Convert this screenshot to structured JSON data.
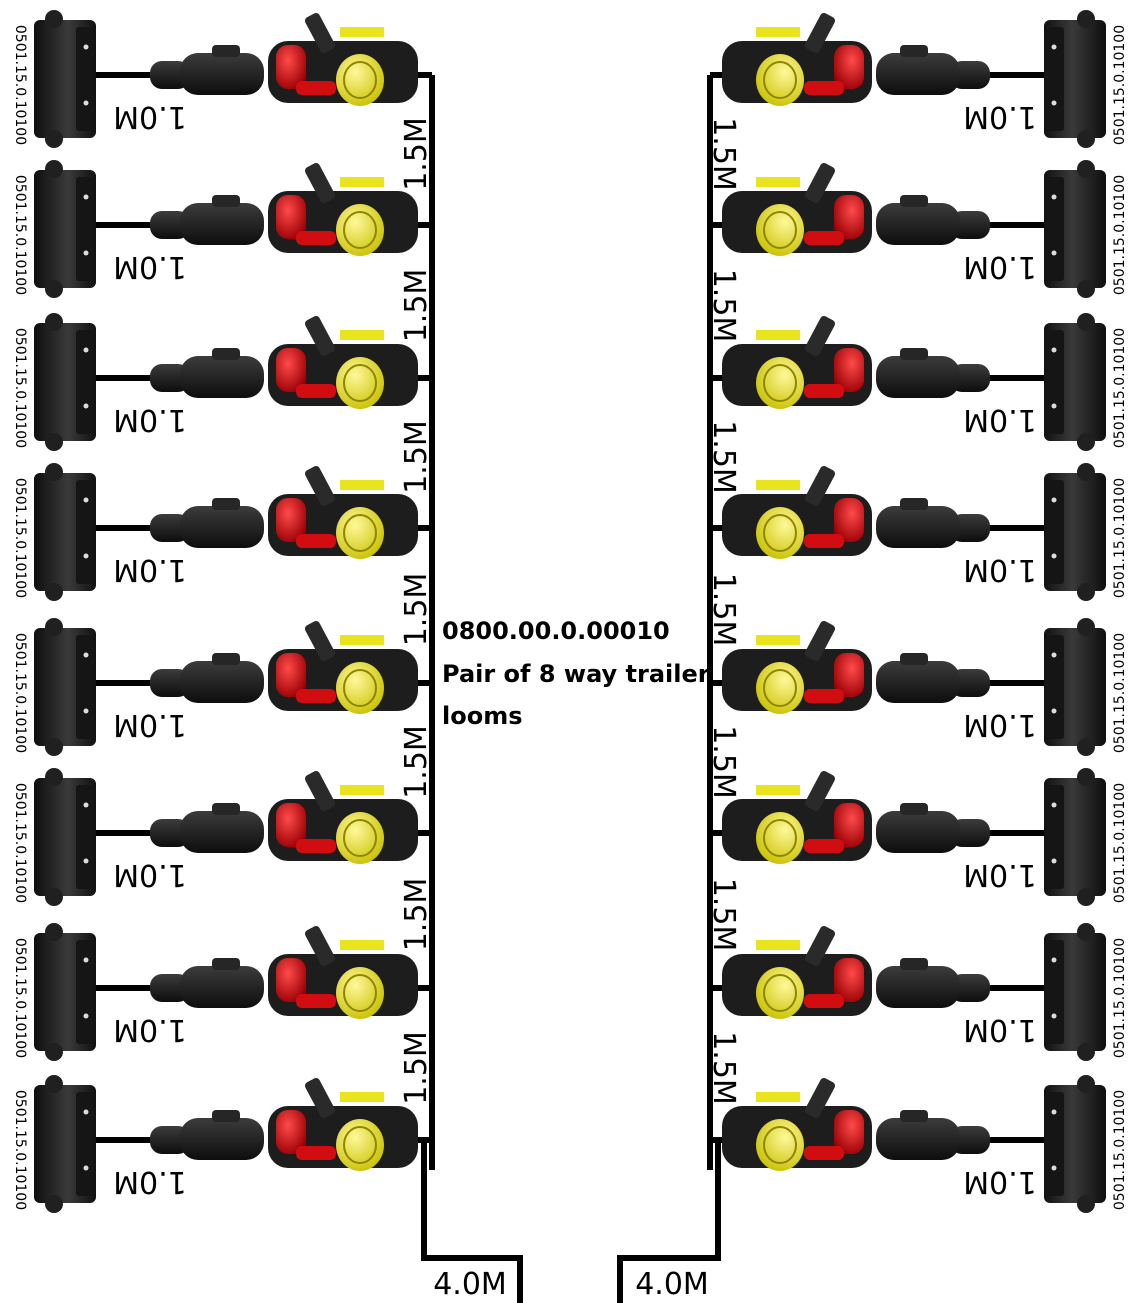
{
  "title": {
    "part_number": "0800.00.0.00010",
    "line2": "Pair of 8 way trailer",
    "line3": "looms"
  },
  "colors": {
    "wire": "#000000",
    "housing_dark": "#1c1c1c",
    "housing_mid": "#2e2e2e",
    "connector_red": "#d10d12",
    "connector_yellow": "#e9e51c"
  },
  "left_side": {
    "branch_label": "1.0M",
    "segment_label": "1.5M",
    "lead_label": "4.0M",
    "part_codes": [
      "0501.15.0.10100",
      "0501.15.0.10100",
      "0501.15.0.10100",
      "0501.15.0.10100",
      "0501.15.0.10100",
      "0501.15.0.10100",
      "0501.15.0.10100",
      "0501.15.0.10100"
    ],
    "count": 8
  },
  "right_side": {
    "branch_label": "1.0M",
    "segment_label": "1.5M",
    "lead_label": "4.0M",
    "part_codes": [
      "0501.15.0.10100",
      "0501.15.0.10100",
      "0501.15.0.10100",
      "0501.15.0.10100",
      "0501.15.0.10100",
      "0501.15.0.10100",
      "0501.15.0.10100",
      "0501.15.0.10100"
    ],
    "count": 8
  }
}
